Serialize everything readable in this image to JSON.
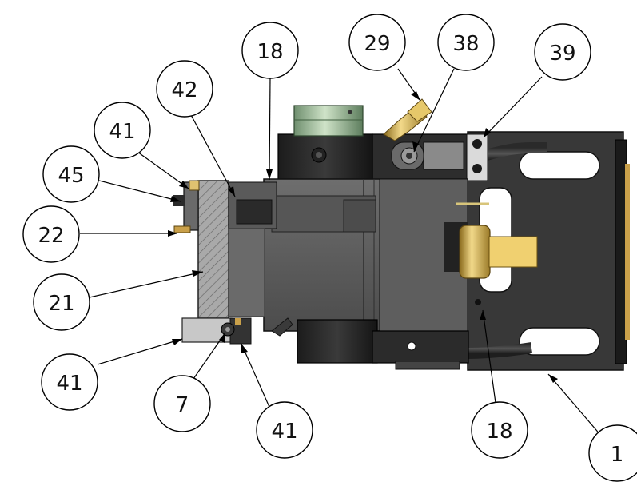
{
  "balloons": [
    {
      "id": "b18-top",
      "label": "18"
    },
    {
      "id": "b29",
      "label": "29"
    },
    {
      "id": "b38",
      "label": "38"
    },
    {
      "id": "b39",
      "label": "39"
    },
    {
      "id": "b42",
      "label": "42"
    },
    {
      "id": "b41-top",
      "label": "41"
    },
    {
      "id": "b45",
      "label": "45"
    },
    {
      "id": "b22",
      "label": "22"
    },
    {
      "id": "b21",
      "label": "21"
    },
    {
      "id": "b41-left",
      "label": "41"
    },
    {
      "id": "b7",
      "label": "7"
    },
    {
      "id": "b41-bottom",
      "label": "41"
    },
    {
      "id": "b18-bottom",
      "label": "18"
    },
    {
      "id": "b1",
      "label": "1"
    }
  ]
}
